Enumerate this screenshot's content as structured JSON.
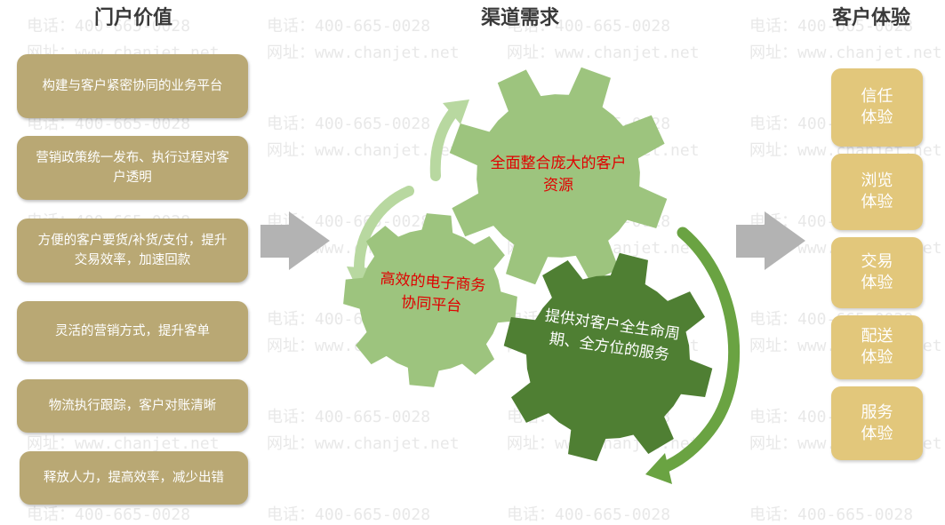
{
  "headings": {
    "left": "门户价值",
    "middle": "渠道需求",
    "right": "客户体验"
  },
  "values": [
    "构建与客户紧密协同的业务平台",
    "营销政策统一发布、执行过程对客户透明",
    "方便的客户要货/补货/支付，提升交易效率，加速回款",
    "灵活的营销方式，提升客单",
    "物流执行跟踪，客户对账清晰",
    "释放人力，提高效率，减少出错"
  ],
  "gears": {
    "top": "全面整合庞大的客户资源",
    "left": "高效的电子商务协同平台",
    "right": "提供对客户全生命周期、全方位的服务"
  },
  "experiences": [
    "信任体验",
    "浏览体验",
    "交易体验",
    "配送体验",
    "服务体验"
  ],
  "watermark": {
    "phone": "电话：400-665-0028",
    "site": "网址：www.chanjet.net"
  },
  "colors": {
    "value_box": "#b9a874",
    "experience_box": "#e2c77b",
    "gear_light": "#9dc47e",
    "gear_dark": "#4f7f33",
    "arrow_light": "#b8d8a0",
    "arrow_dark": "#6aa342",
    "process_arrow": "#b3b3b3"
  }
}
